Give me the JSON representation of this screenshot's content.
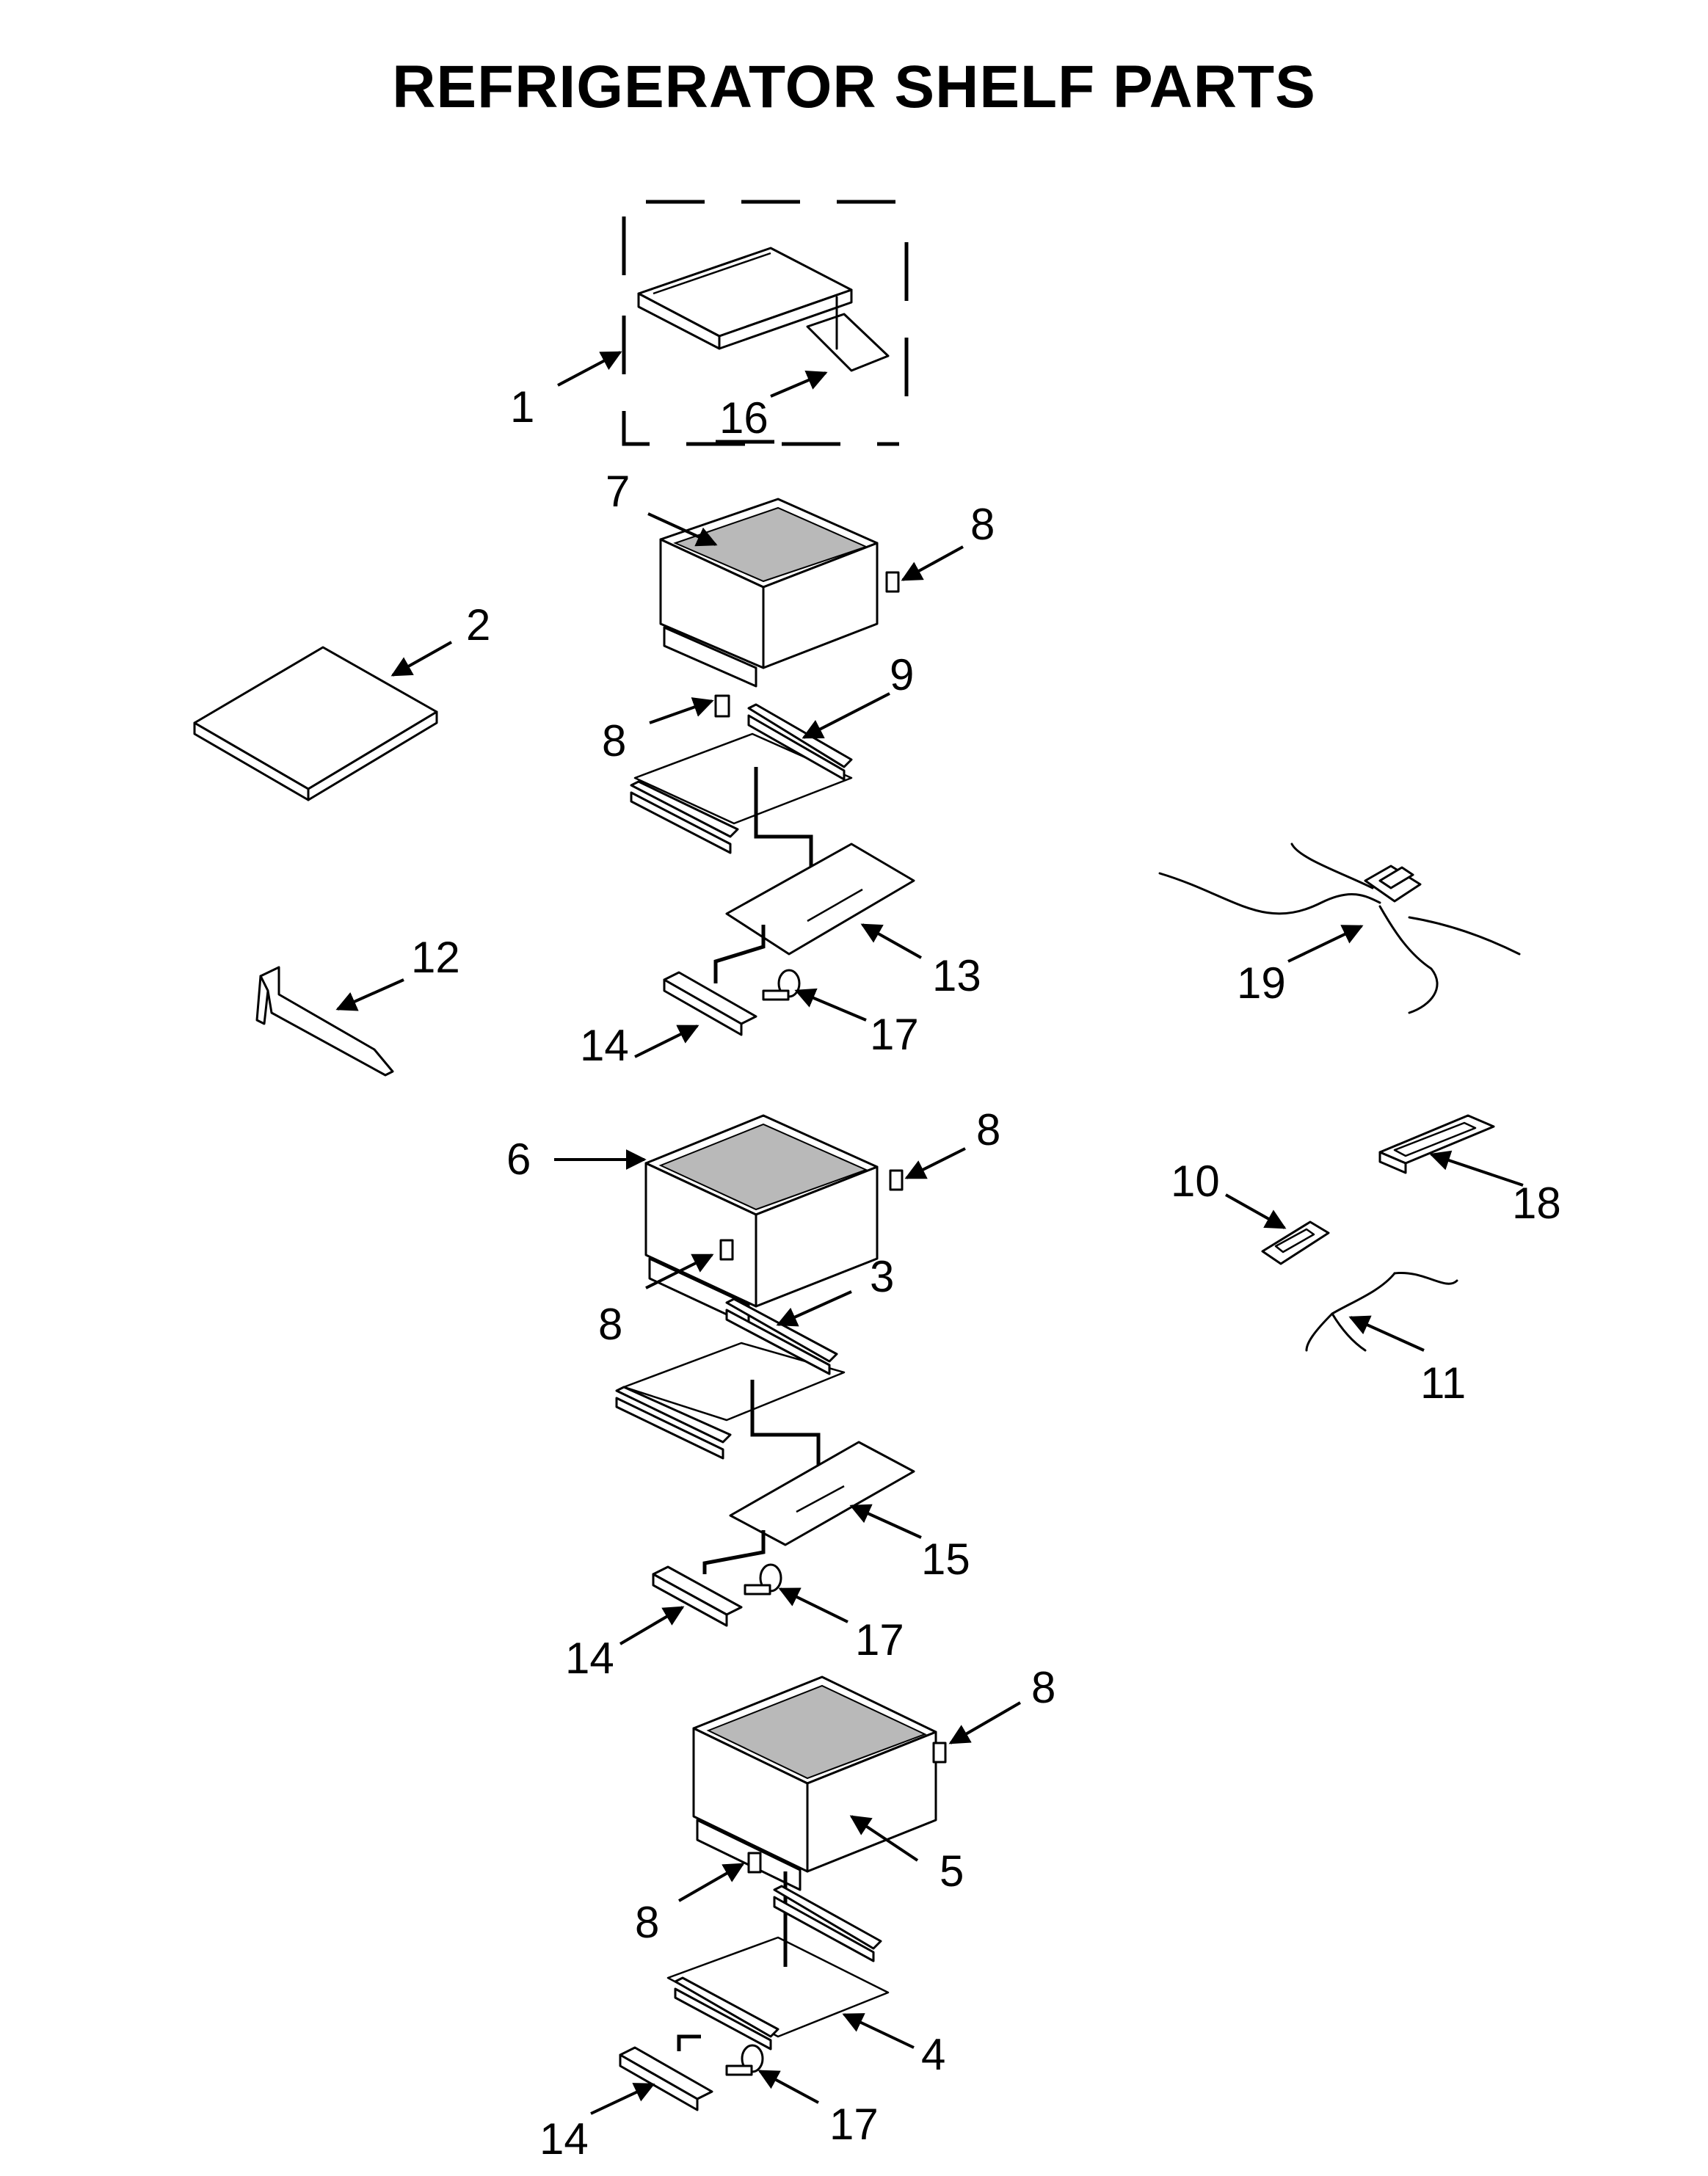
{
  "title": "REFRIGERATOR SHELF PARTS",
  "callouts": {
    "c1": "1",
    "c16": "16",
    "c7": "7",
    "c8a": "8",
    "c2": "2",
    "c8b": "8",
    "c9": "9",
    "c13": "13",
    "c12": "12",
    "c14a": "14",
    "c17a": "17",
    "c19": "19",
    "c6": "6",
    "c8c": "8",
    "c10": "10",
    "c18": "18",
    "c8d": "8",
    "c3": "3",
    "c11": "11",
    "c15": "15",
    "c14b": "14",
    "c17b": "17",
    "c8e": "8",
    "c5": "5",
    "c8f": "8",
    "c4": "4",
    "c14c": "14",
    "c17c": "17"
  }
}
